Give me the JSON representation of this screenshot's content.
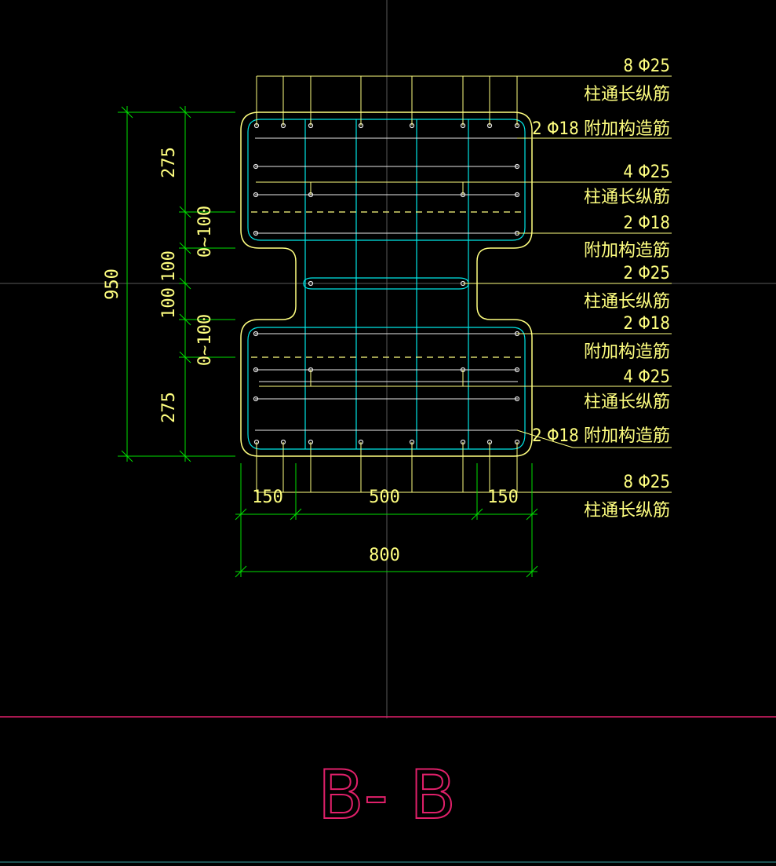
{
  "section_title": "B- B",
  "colors": {
    "background": "#000000",
    "text": "#ffff80",
    "dimension": "#00e000",
    "rebar": "#00e5e5",
    "outline": "#ffff80",
    "section_line": "#e0206a"
  },
  "callouts": {
    "top_long_bars": "8 Φ25",
    "top_long_desc": "柱通长纵筋",
    "top_extra": "2 Φ18 附加构造筋",
    "upper_4": "4 Φ25",
    "upper_4_desc": "柱通长纵筋",
    "upper_2_18": "2 Φ18",
    "upper_2_18_desc": "附加构造筋",
    "mid_2_25": "2 Φ25",
    "mid_2_25_desc": "柱通长纵筋",
    "lower_2_18": "2 Φ18",
    "lower_2_18_desc": "附加构造筋",
    "lower_4": "4 Φ25",
    "lower_4_desc": "柱通长纵筋",
    "bottom_extra": "2 Φ18 附加构造筋",
    "bottom_long_bars": "8 Φ25",
    "bottom_long_desc": "柱通长纵筋"
  },
  "dimensions": {
    "total_height": "950",
    "top_part": "275",
    "upper_range": "0~100",
    "mid_upper": "100",
    "mid_lower": "100",
    "lower_range": "0~100",
    "bottom_part": "275",
    "left_width": "150",
    "mid_width": "500",
    "right_width": "150",
    "total_width": "800"
  }
}
